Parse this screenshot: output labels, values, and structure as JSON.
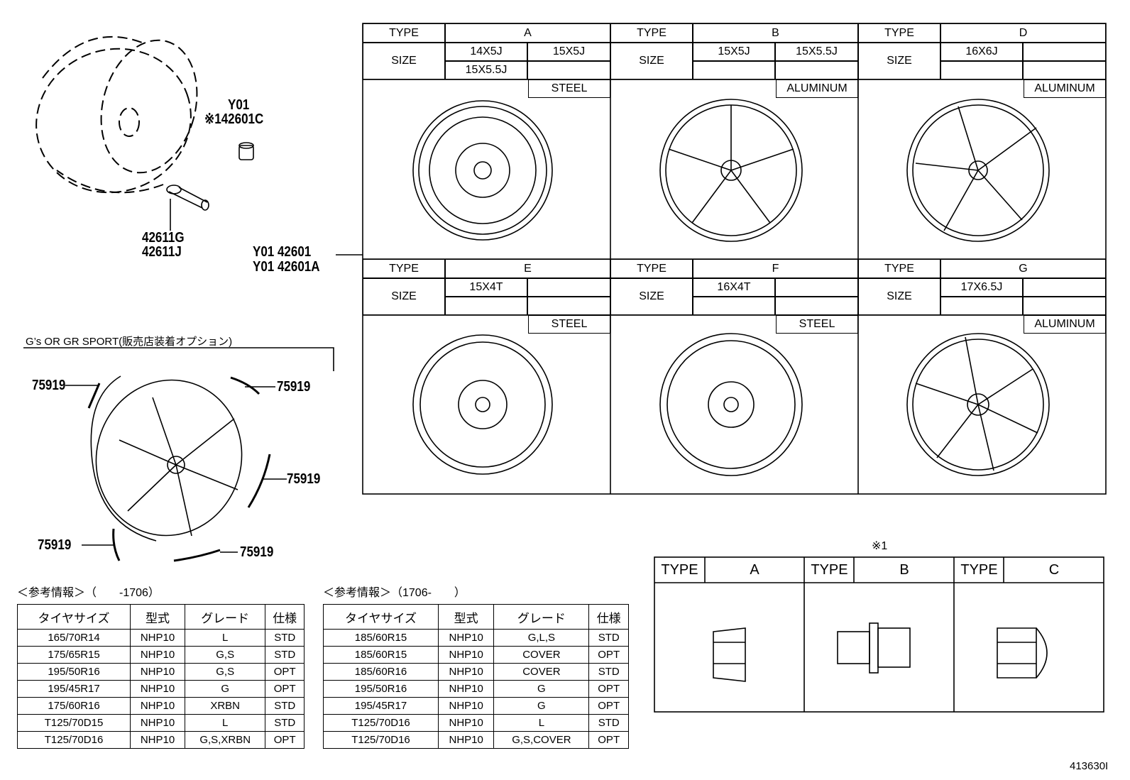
{
  "parts": {
    "nut_code": "Y01",
    "nut_part": "※142601C",
    "valve_1": "42611G",
    "valve_2": "42611J",
    "wheel_1": "Y01 42601",
    "wheel_2": "Y01 42601A",
    "garnish": "75919"
  },
  "wheel_grid": {
    "type_label": "TYPE",
    "size_label": "SIZE",
    "cells": [
      {
        "type": "A",
        "sizes": [
          "14X5J",
          "15X5J",
          "15X5.5J",
          ""
        ],
        "material": "STEEL"
      },
      {
        "type": "B",
        "sizes": [
          "15X5J",
          "15X5.5J",
          "",
          ""
        ],
        "material": "ALUMINUM"
      },
      {
        "type": "D",
        "sizes": [
          "16X6J",
          "",
          "",
          ""
        ],
        "material": "ALUMINUM"
      },
      {
        "type": "E",
        "sizes": [
          "15X4T",
          "",
          "",
          ""
        ],
        "material": "STEEL"
      },
      {
        "type": "F",
        "sizes": [
          "16X4T",
          "",
          "",
          ""
        ],
        "material": "STEEL"
      },
      {
        "type": "G",
        "sizes": [
          "17X6.5J",
          "",
          "",
          ""
        ],
        "material": "ALUMINUM"
      }
    ]
  },
  "gs_option": {
    "title": "G’s OR GR SPORT(販売店装着オプション)"
  },
  "nut_types": {
    "note": "※1",
    "type_label": "TYPE",
    "types": [
      "A",
      "B",
      "C"
    ]
  },
  "ref_tables": [
    {
      "title": "＜参考情報＞（　　-1706）",
      "headers": [
        "タイヤサイズ",
        "型式",
        "グレード",
        "仕様"
      ],
      "rows": [
        [
          "165/70R14",
          "NHP10",
          "L",
          "STD"
        ],
        [
          "175/65R15",
          "NHP10",
          "G,S",
          "STD"
        ],
        [
          "195/50R16",
          "NHP10",
          "G,S",
          "OPT"
        ],
        [
          "195/45R17",
          "NHP10",
          "G",
          "OPT"
        ],
        [
          "175/60R16",
          "NHP10",
          "XRBN",
          "STD"
        ],
        [
          "T125/70D15",
          "NHP10",
          "L",
          "STD"
        ],
        [
          "T125/70D16",
          "NHP10",
          "G,S,XRBN",
          "OPT"
        ]
      ]
    },
    {
      "title": "＜参考情報＞（1706-　　）",
      "headers": [
        "タイヤサイズ",
        "型式",
        "グレード",
        "仕様"
      ],
      "rows": [
        [
          "185/60R15",
          "NHP10",
          "G,L,S",
          "STD"
        ],
        [
          "185/60R15",
          "NHP10",
          "COVER",
          "OPT"
        ],
        [
          "185/60R16",
          "NHP10",
          "COVER",
          "STD"
        ],
        [
          "195/50R16",
          "NHP10",
          "G",
          "OPT"
        ],
        [
          "195/45R17",
          "NHP10",
          "G",
          "OPT"
        ],
        [
          "T125/70D16",
          "NHP10",
          "L",
          "STD"
        ],
        [
          "T125/70D16",
          "NHP10",
          "G,S,COVER",
          "OPT"
        ]
      ]
    }
  ],
  "figure_id": "413630I"
}
